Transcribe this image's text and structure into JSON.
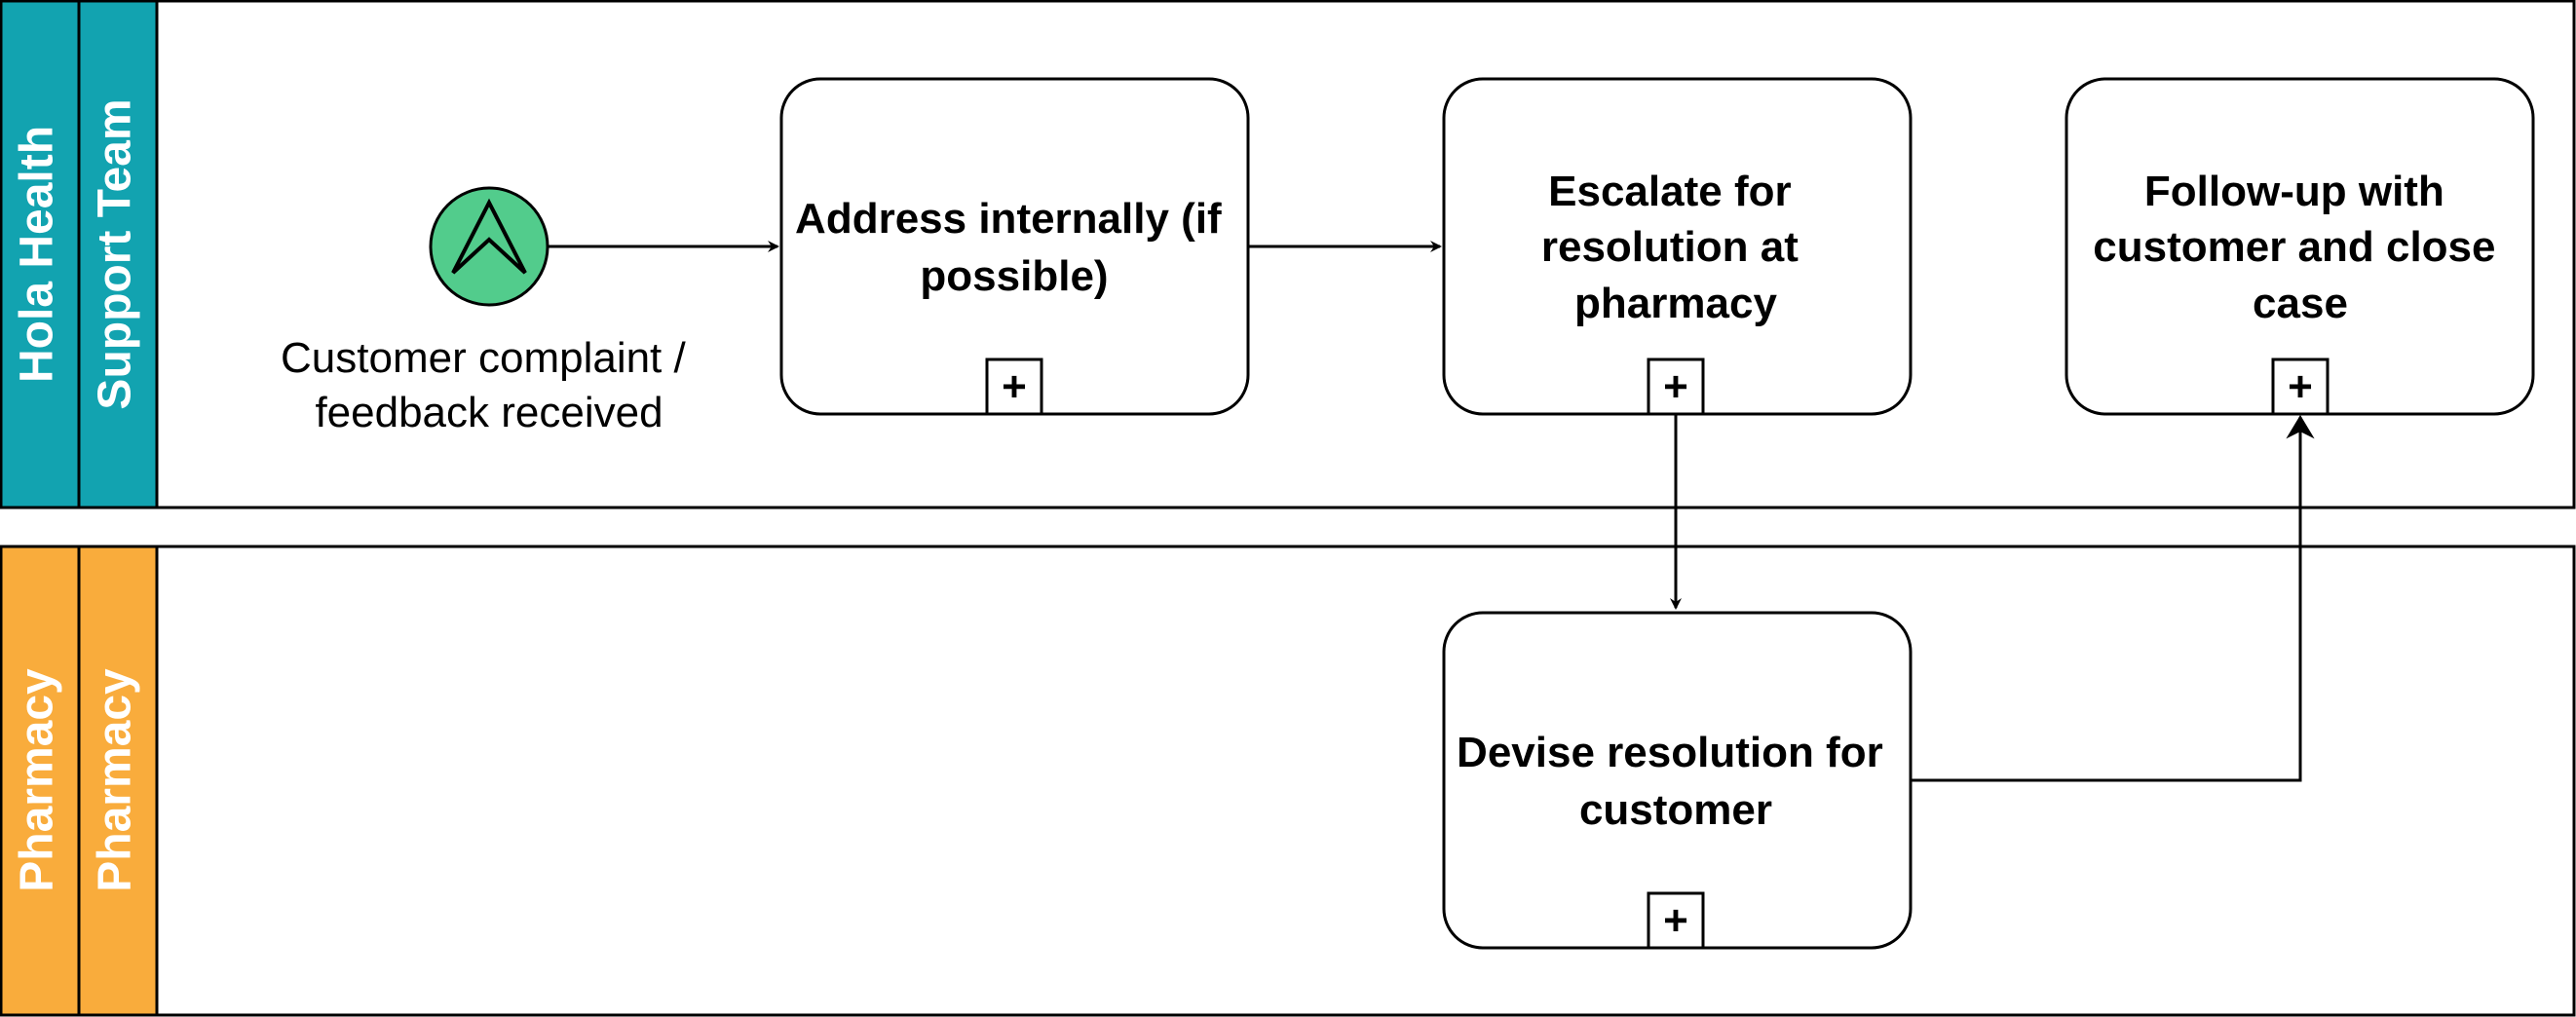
{
  "colors": {
    "pool_top_fill": "#12a3b0",
    "pool_bottom_fill": "#f9ac3c",
    "start_event_fill": "#52cc8c",
    "stroke": "#000000"
  },
  "pools": [
    {
      "pool_label": "Hola Health",
      "lane_label": "Support Team"
    },
    {
      "pool_label": "Pharmacy",
      "lane_label": "Pharmacy"
    }
  ],
  "start_event": {
    "icon": "escalation-icon",
    "label_lines": [
      "Customer complaint /",
      "feedback received"
    ]
  },
  "tasks": [
    {
      "id": "address",
      "lines": [
        "Address internally (if",
        "possible)"
      ],
      "marker": "+"
    },
    {
      "id": "escalate",
      "lines": [
        "Escalate for",
        "resolution at",
        "pharmacy"
      ],
      "marker": "+"
    },
    {
      "id": "followup",
      "lines": [
        "Follow-up with",
        "customer and close",
        "case"
      ],
      "marker": "+"
    },
    {
      "id": "devise",
      "lines": [
        "Devise resolution for",
        "customer"
      ],
      "marker": "+"
    }
  ]
}
